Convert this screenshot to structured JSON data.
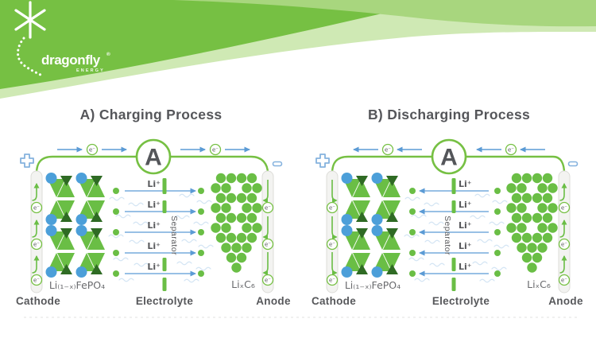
{
  "brand": {
    "name": "dragonfly",
    "registered": "®",
    "subtitle": "ENERGY"
  },
  "labels": {
    "ammeter": "A",
    "electron": "e⁻",
    "li_ion": "Li⁺",
    "separator": "Separator",
    "cathode": "Cathode",
    "electrolyte": "Electrolyte",
    "anode": "Anode",
    "cathode_formula": "Li₍₁₋ₓ₎FePO₄",
    "anode_formula": "LiₓC₆"
  },
  "diagrams": [
    {
      "title": "A) Charging Process",
      "electron_arrow_direction": "right",
      "li_ion_arrow_direction": "right"
    },
    {
      "title": "B) Discharging Process",
      "electron_arrow_direction": "left",
      "li_ion_arrow_direction": "left"
    }
  ],
  "icons": [
    "dragonfly-logo-star-icon",
    "plus-terminal-icon",
    "minus-terminal-icon",
    "ammeter-icon",
    "electron-icon"
  ],
  "colors": {
    "brand_green": "#76C043",
    "band_light_green": "#A8D67E",
    "band_pale_green": "#CFE9B4",
    "structure_green": "#6ABE45",
    "dark_green": "#2F6B24",
    "lithium_blue": "#4C9FD9",
    "arrow_blue": "#5B9BD5",
    "squiggle_blue": "#D4E5F4",
    "text_gray": "#57585B"
  }
}
